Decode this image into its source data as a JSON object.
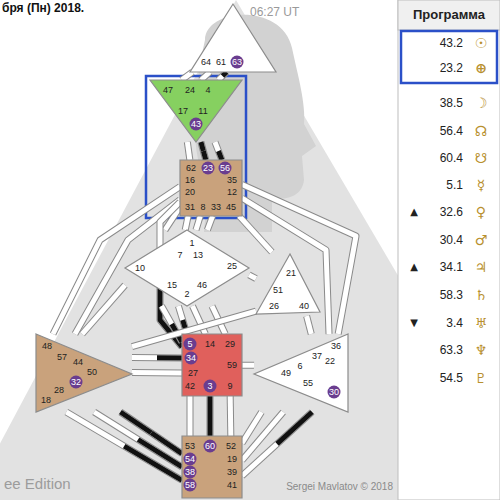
{
  "diagram": {
    "title": "бря (Пн) 2018.",
    "nodes": [
      {
        "text": [
          "64",
          "61",
          "63"
        ]
      },
      {
        "text": [
          "47",
          "24",
          "4",
          "17",
          "11",
          "43"
        ]
      },
      {
        "text": [
          "62",
          "23",
          "56",
          "16",
          "35",
          "20",
          "12",
          "31",
          "8",
          "33",
          "45"
        ]
      },
      {
        "text": [
          "1",
          "7",
          "13",
          "10",
          "25",
          "15",
          "2",
          "46"
        ]
      },
      {
        "text": [
          "21",
          "51",
          "26",
          "40"
        ]
      },
      {
        "text": [
          "48",
          "57",
          "44",
          "50",
          "32",
          "28",
          "18"
        ]
      },
      {
        "text": [
          "5",
          "14",
          "29",
          "34",
          "27",
          "59",
          "42",
          "3",
          "9"
        ]
      },
      {
        "text": [
          "36",
          "22",
          "6",
          "37",
          "49",
          "55",
          "30"
        ]
      },
      {
        "text": [
          "53",
          "60",
          "52",
          "54",
          "19",
          "38",
          "39",
          "58",
          "41"
        ]
      }
    ],
    "edges": [
      {
        "from": 0,
        "to": 1,
        "arrow": "none"
      },
      {
        "from": 0,
        "to": 1,
        "arrow": "none"
      },
      {
        "from": 0,
        "to": 1,
        "arrow": "none"
      },
      {
        "from": 1,
        "to": 2,
        "arrow": "none"
      },
      {
        "from": 1,
        "to": 2,
        "arrow": "none"
      },
      {
        "from": 1,
        "to": 2,
        "arrow": "none"
      },
      {
        "from": 2,
        "to": 3,
        "arrow": "none"
      },
      {
        "from": 2,
        "to": 3,
        "arrow": "none"
      },
      {
        "from": 2,
        "to": 3,
        "arrow": "none"
      },
      {
        "from": 2,
        "to": 3,
        "arrow": "none"
      },
      {
        "from": 2,
        "to": 4,
        "arrow": "none"
      },
      {
        "from": 2,
        "to": 5,
        "arrow": "none"
      },
      {
        "from": 2,
        "to": 5,
        "arrow": "none"
      },
      {
        "from": 2,
        "to": 7,
        "arrow": "none"
      },
      {
        "from": 2,
        "to": 7,
        "arrow": "none"
      },
      {
        "from": 2,
        "to": 6,
        "arrow": "none"
      },
      {
        "from": 3,
        "to": 4,
        "arrow": "none"
      },
      {
        "from": 3,
        "to": 5,
        "arrow": "none"
      },
      {
        "from": 3,
        "to": 6,
        "arrow": "none"
      },
      {
        "from": 3,
        "to": 6,
        "arrow": "none"
      },
      {
        "from": 3,
        "to": 6,
        "arrow": "none"
      },
      {
        "from": 3,
        "to": 6,
        "arrow": "none"
      },
      {
        "from": 4,
        "to": 5,
        "arrow": "none"
      },
      {
        "from": 4,
        "to": 7,
        "arrow": "none"
      },
      {
        "from": 5,
        "to": 6,
        "arrow": "none"
      },
      {
        "from": 5,
        "to": 6,
        "arrow": "none"
      },
      {
        "from": 5,
        "to": 8,
        "arrow": "none"
      },
      {
        "from": 5,
        "to": 8,
        "arrow": "none"
      },
      {
        "from": 5,
        "to": 8,
        "arrow": "none"
      },
      {
        "from": 6,
        "to": 8,
        "arrow": "none"
      },
      {
        "from": 6,
        "to": 8,
        "arrow": "none"
      },
      {
        "from": 6,
        "to": 8,
        "arrow": "none"
      },
      {
        "from": 6,
        "to": 7,
        "arrow": "none"
      },
      {
        "from": 7,
        "to": 8,
        "arrow": "none"
      },
      {
        "from": 7,
        "to": 8,
        "arrow": "none"
      },
      {
        "from": 7,
        "to": 8,
        "arrow": "none"
      }
    ],
    "labels": [
      "06:27 UT",
      "Программа",
      "43.2",
      "☉",
      "23.2",
      "⊕",
      "38.5",
      "☽",
      "56.4",
      "☊",
      "60.4",
      "☋",
      "5.1",
      "☿",
      "▲",
      "32.6",
      "♀",
      "30.4",
      "♂",
      "▲",
      "34.1",
      "♃",
      "58.3",
      "♄",
      "▼",
      "3.4",
      "♅",
      "63.3",
      "♆",
      "54.5",
      "♇",
      "ee Edition",
      "Sergei Mavlatov © 2018"
    ]
  }
}
